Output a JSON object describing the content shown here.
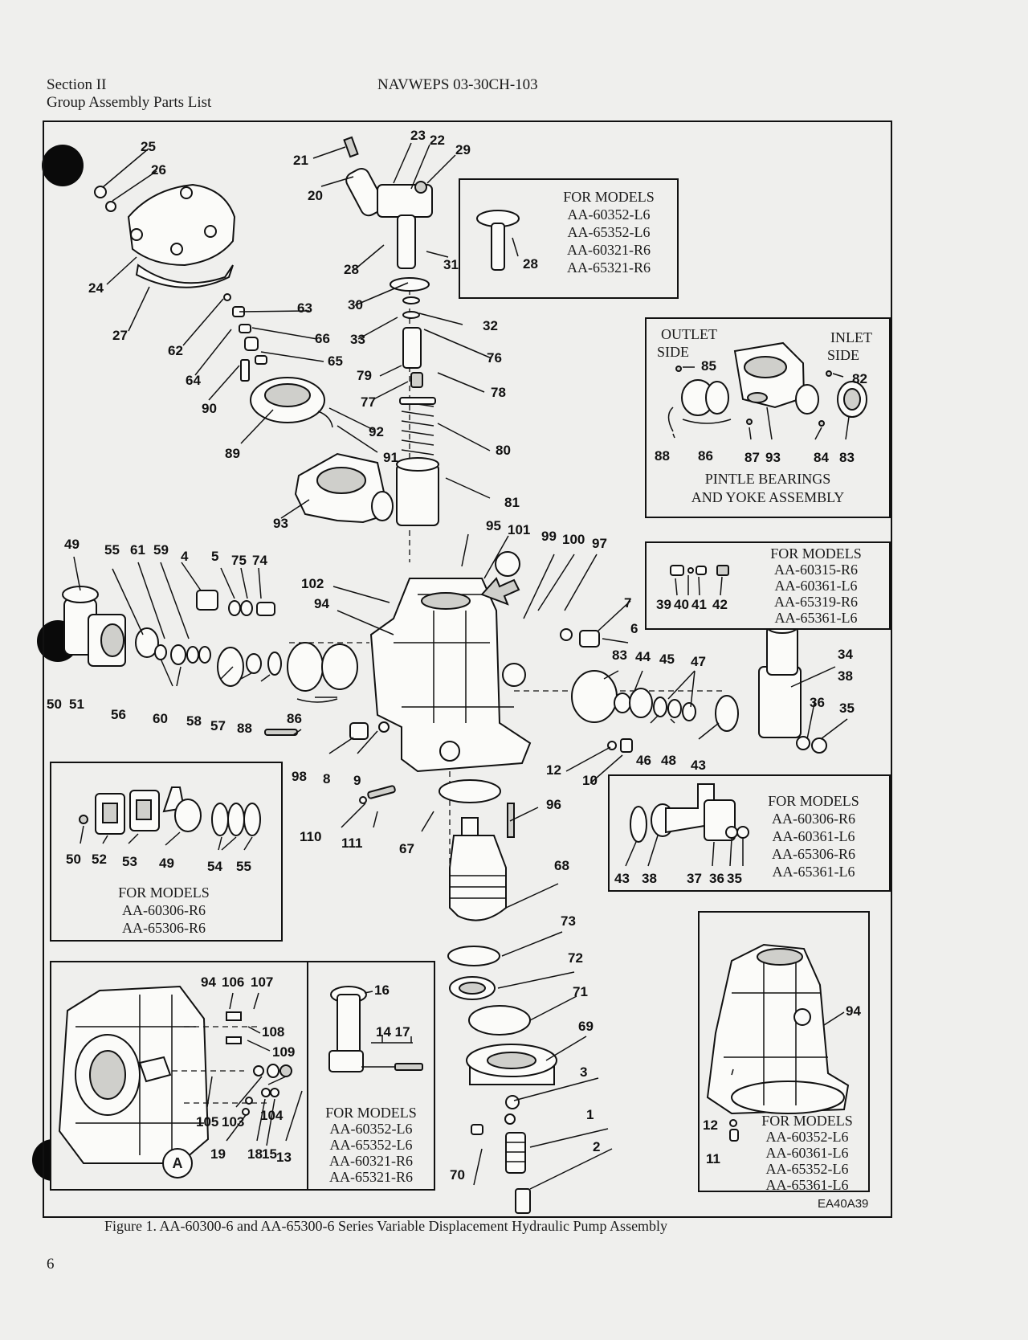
{
  "header": {
    "section": "Section II",
    "subtitle": "Group Assembly Parts List",
    "doc_number": "NAVWEPS 03-30CH-103"
  },
  "insets": {
    "models_top": {
      "heading": "FOR MODELS",
      "models": [
        "AA-60352-L6",
        "AA-65352-L6",
        "AA-60321-R6",
        "AA-65321-R6"
      ]
    },
    "pintle": {
      "outlet": [
        "OUTLET",
        "SIDE"
      ],
      "inlet": [
        "INLET",
        "SIDE"
      ],
      "caption": [
        "PINTLE BEARINGS",
        "AND YOKE ASSEMBLY"
      ]
    },
    "models_mid": {
      "heading": "FOR MODELS",
      "models": [
        "AA-60315-R6",
        "AA-60361-L6",
        "AA-65319-R6",
        "AA-65361-L6"
      ]
    },
    "models_elbow": {
      "heading": "FOR MODELS",
      "models": [
        "AA-60306-R6",
        "AA-60361-L6",
        "AA-65306-R6",
        "AA-65361-L6"
      ]
    },
    "models_left": {
      "heading": "FOR MODELS",
      "models": [
        "AA-60306-R6",
        "AA-65306-R6"
      ]
    },
    "models_bracket": {
      "heading": "FOR MODELS",
      "models": [
        "AA-60352-L6",
        "AA-65352-L6",
        "AA-60321-R6",
        "AA-65321-R6"
      ]
    },
    "models_housing": {
      "heading": "FOR MODELS",
      "models": [
        "AA-60352-L6",
        "AA-60361-L6",
        "AA-65352-L6",
        "AA-65361-L6"
      ]
    }
  },
  "view_marker": "A",
  "drawing_code": "EA40A39",
  "caption": "Figure 1.  AA-60300-6 and AA-65300-6 Series Variable Displacement Hydraulic Pump Assembly",
  "page_number": "6",
  "callouts": [
    "25",
    "26",
    "24",
    "27",
    "21",
    "20",
    "23",
    "22",
    "29",
    "28",
    "31",
    "30",
    "33",
    "32",
    "76",
    "79",
    "77",
    "78",
    "80",
    "81",
    "62",
    "63",
    "64",
    "66",
    "65",
    "90",
    "92",
    "89",
    "91",
    "93",
    "95",
    "101",
    "99",
    "100",
    "97",
    "102",
    "94",
    "49",
    "55",
    "61",
    "59",
    "4",
    "5",
    "75",
    "74",
    "7",
    "6",
    "50",
    "51",
    "56",
    "60",
    "58",
    "57",
    "88",
    "86",
    "98",
    "8",
    "9",
    "12",
    "10",
    "83",
    "44",
    "45",
    "47",
    "46",
    "48",
    "43",
    "34",
    "38",
    "36",
    "35",
    "39",
    "40",
    "41",
    "42",
    "85",
    "82",
    "87",
    "84",
    "110",
    "111",
    "67",
    "96",
    "68",
    "52",
    "53",
    "54",
    "37",
    "73",
    "72",
    "71",
    "69",
    "3",
    "1",
    "2",
    "70",
    "106",
    "107",
    "108",
    "109",
    "105",
    "103",
    "104",
    "19",
    "18",
    "15",
    "13",
    "16",
    "14",
    "17",
    "11"
  ]
}
